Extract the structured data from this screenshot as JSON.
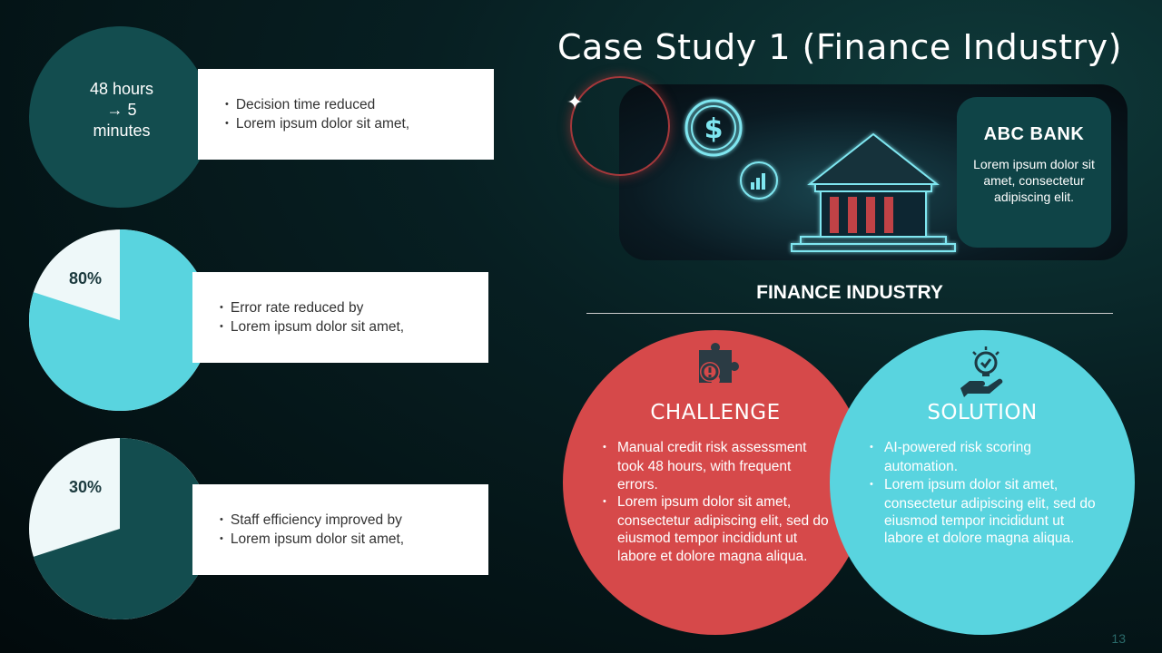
{
  "title": "Case Study 1 (Finance Industry)",
  "page_number": "13",
  "stats": [
    {
      "label_lines": [
        "48 hours",
        "→ 5",
        "minutes"
      ],
      "bullets": [
        "Decision time reduced",
        "Lorem ipsum dolor sit amet,"
      ]
    },
    {
      "percent_label": "80%",
      "percent": 80,
      "bullets": [
        "Error rate reduced by",
        "Lorem ipsum dolor sit amet,"
      ]
    },
    {
      "percent_label": "30%",
      "percent": 30,
      "bullets": [
        "Staff efficiency improved by",
        "Lorem ipsum dolor sit amet,"
      ]
    }
  ],
  "bank_card": {
    "title": "ABC BANK",
    "text": "Lorem ipsum dolor sit amet, consectetur adipiscing elit."
  },
  "section_heading": "FINANCE INDUSTRY",
  "challenge": {
    "title": "CHALLENGE",
    "icon": "puzzle-gear-icon",
    "bullets": [
      "Manual credit risk assessment took 48 hours, with frequent errors.",
      "Lorem ipsum dolor sit amet, consectetur adipiscing elit, sed do eiusmod tempor incididunt ut labore et dolore magna aliqua."
    ]
  },
  "solution": {
    "title": "SOLUTION",
    "icon": "lightbulb-hand-icon",
    "bullets": [
      "AI-powered risk scoring automation.",
      "Lorem ipsum dolor sit amet, consectetur adipiscing elit, sed do eiusmod tempor incididunt ut labore et dolore magna aliqua."
    ]
  },
  "colors": {
    "dark_teal": "#134d4f",
    "light_teal": "#59d4df",
    "red": "#d6494a",
    "pale": "#eef8f9"
  }
}
